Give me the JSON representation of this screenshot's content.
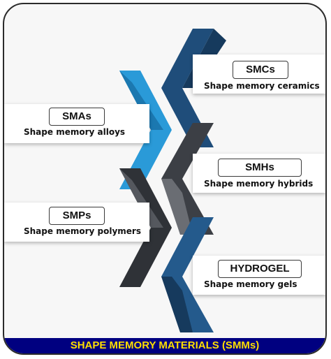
{
  "colors": {
    "light_blue": "#2a9ad8",
    "dark_blue": "#1f4d7a",
    "dark_gray": "#3c3f45",
    "footer_background": "#000080",
    "footer_text": "#ffdf00"
  },
  "items": [
    {
      "abbr": "SMCs",
      "label": "Shape memory ceramics"
    },
    {
      "abbr": "SMAs",
      "label": "Shape memory alloys"
    },
    {
      "abbr": "SMHs",
      "label": "Shape memory hybrids"
    },
    {
      "abbr": "SMPs",
      "label": "Shape memory polymers"
    },
    {
      "abbr": "HYDROGEL",
      "label": "Shape memory gels"
    }
  ],
  "footer": {
    "title": "SHAPE MEMORY MATERIALS (SMMs)"
  }
}
